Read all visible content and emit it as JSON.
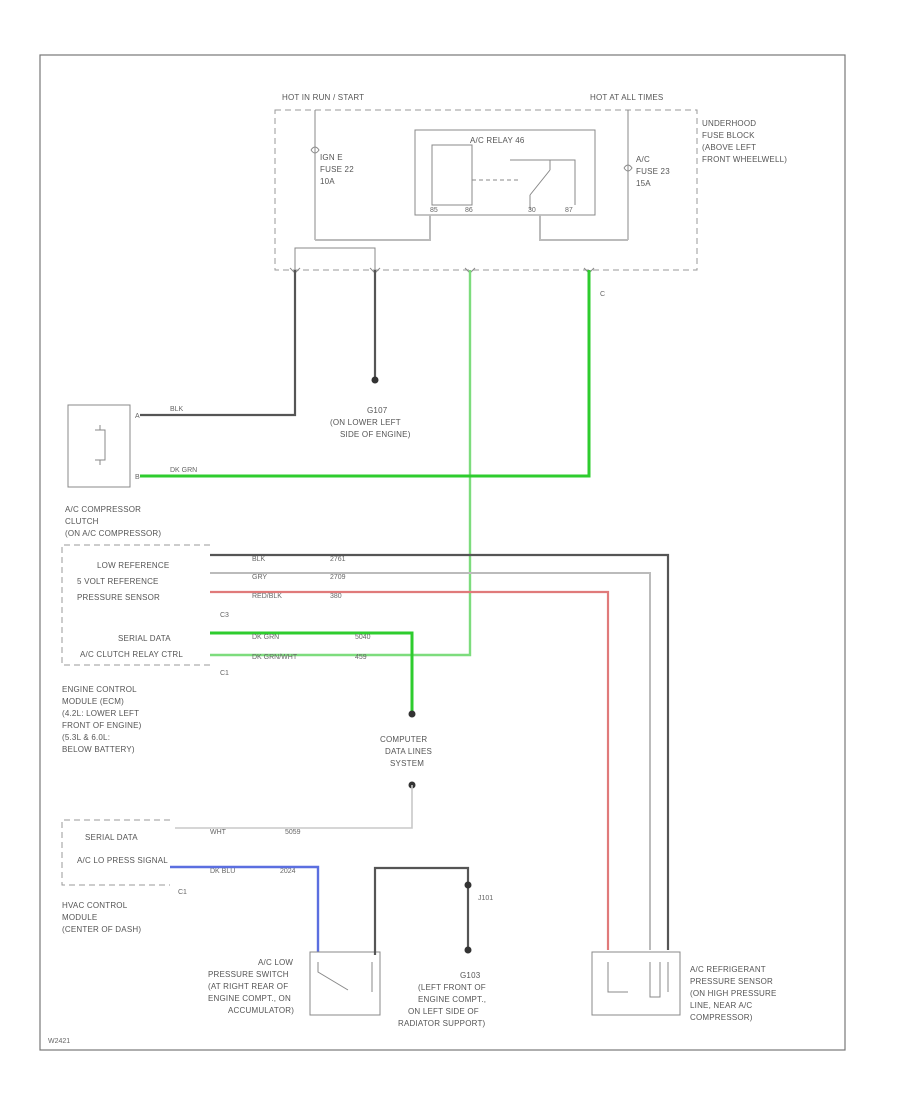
{
  "title_hot_run": "HOT IN RUN / START",
  "title_hot_batt": "HOT AT ALL TIMES",
  "fuse_block": [
    "UNDERHOOD",
    "FUSE BLOCK",
    "(ABOVE LEFT",
    "FRONT WHEELWELL)"
  ],
  "fuse_left": [
    "IGN E",
    "FUSE 22",
    "10A"
  ],
  "fuse_right": [
    "A/C",
    "FUSE 23",
    "15A"
  ],
  "relay_title": "A/C RELAY 46",
  "relay_pins": [
    "85",
    "86",
    "30",
    "87"
  ],
  "ground_g107": [
    "G107",
    "(ON LOWER LEFT",
    "SIDE OF ENGINE)"
  ],
  "clutch_label": [
    "A/C COMPRESSOR",
    "CLUTCH",
    "(ON A/C COMPRESSOR)"
  ],
  "clutch_wires": [
    "BLK",
    "DK GRN"
  ],
  "ecm_pins": [
    "LOW REFERENCE",
    "5 VOLT REFERENCE",
    "PRESSURE SENSOR",
    "SERIAL DATA",
    "A/C CLUTCH RELAY CTRL"
  ],
  "ecm_wire_colors": [
    "BLK",
    "GRY",
    "RED/BLK",
    "DK GRN",
    "DK GRN/WHT"
  ],
  "ecm_circuits": [
    "2761",
    "2709",
    "380",
    "5040",
    "459"
  ],
  "ecm_label": [
    "ENGINE CONTROL",
    "MODULE (ECM)",
    "(4.2L: LOWER LEFT",
    "FRONT OF ENGINE)",
    "(5.3L & 6.0L:",
    "BELOW BATTERY)"
  ],
  "data_link": [
    "COMPUTER",
    "DATA LINES",
    "SYSTEM"
  ],
  "hvac_pins": [
    "SERIAL DATA",
    "A/C LO PRESS SIGNAL"
  ],
  "hvac_wires": [
    "WHT",
    "5059",
    "DK BLU",
    "2024"
  ],
  "hvac_label": [
    "HVAC CONTROL",
    "MODULE",
    "(CENTER OF DASH)"
  ],
  "lowpress_label": [
    "A/C LOW",
    "PRESSURE SWITCH",
    "(AT RIGHT REAR OF",
    "ENGINE COMPT., ON",
    "ACCUMULATOR)"
  ],
  "ground_g103": [
    "G103",
    "(LEFT FRONT OF",
    "ENGINE COMPT.,",
    "ON LEFT SIDE OF",
    "RADIATOR SUPPORT)"
  ],
  "splice": "J101",
  "sensor_label": [
    "A/C REFRIGERANT",
    "PRESSURE SENSOR",
    "(ON HIGH PRESSURE",
    "LINE, NEAR A/C",
    "COMPRESSOR)"
  ],
  "fig_code": "W2421",
  "colors": {
    "blk": "#555555",
    "gry": "#bbbbbb",
    "red": "#e07a7a",
    "dkgrn": "#7ddc7d",
    "blu": "#5b6fe0"
  }
}
